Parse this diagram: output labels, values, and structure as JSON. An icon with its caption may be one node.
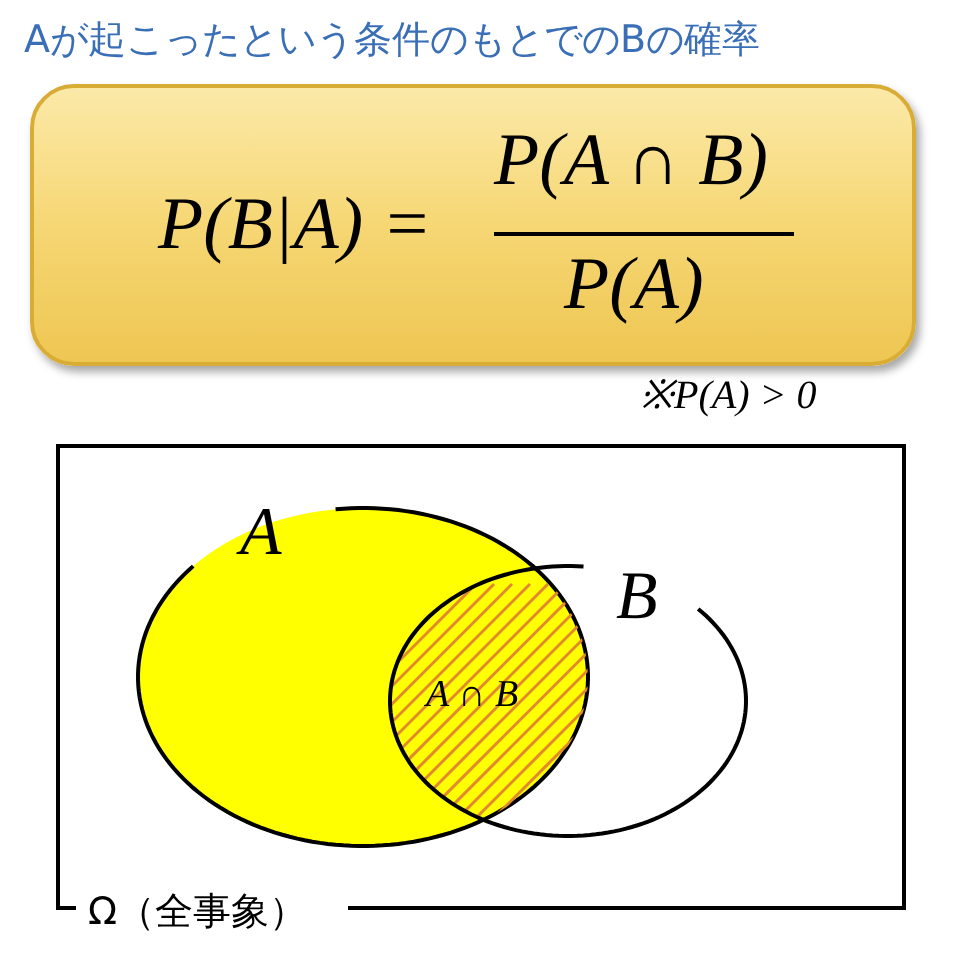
{
  "diagram": {
    "title": "Aが起こったという条件のもとでのBの確率",
    "nodes": [
      {
        "text": [
          "P(B|A) =",
          "P(A ∩ B)",
          "P(A)"
        ]
      },
      {
        "text": [
          "Ω（全事象）"
        ]
      },
      {
        "text": [
          "A"
        ],
        "in": 1
      },
      {
        "text": [
          "B"
        ],
        "in": 1
      }
    ],
    "labels": [
      "※P(A) > 0",
      "A ∩ B"
    ]
  }
}
